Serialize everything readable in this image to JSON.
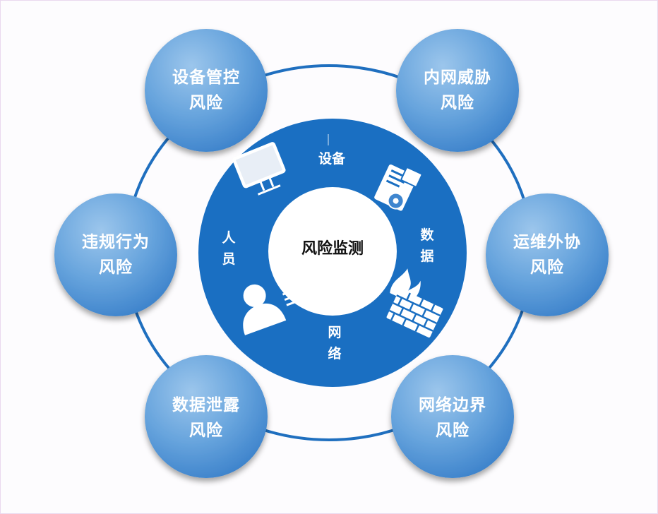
{
  "center": {
    "title": "风险监测"
  },
  "ring_labels": {
    "top": "设备",
    "right": "数据",
    "bottom": "网络",
    "left": "人员"
  },
  "risk_nodes": [
    {
      "line1": "设备管控",
      "line2": "风险"
    },
    {
      "line1": "内网威胁",
      "line2": "风险"
    },
    {
      "line1": "运维外协",
      "line2": "风险"
    },
    {
      "line1": "网络边界",
      "line2": "风险"
    },
    {
      "line1": "数据泄露",
      "line2": "风险"
    },
    {
      "line1": "违规行为",
      "line2": "风险"
    }
  ],
  "icons": [
    "monitor-icon",
    "document-icon",
    "firewall-icon",
    "person-icon"
  ],
  "colors": {
    "ring": "#1a6fc2",
    "node_light": "#8fbde6",
    "node_dark": "#3f86cf",
    "orbit": "#1f6fbf"
  }
}
